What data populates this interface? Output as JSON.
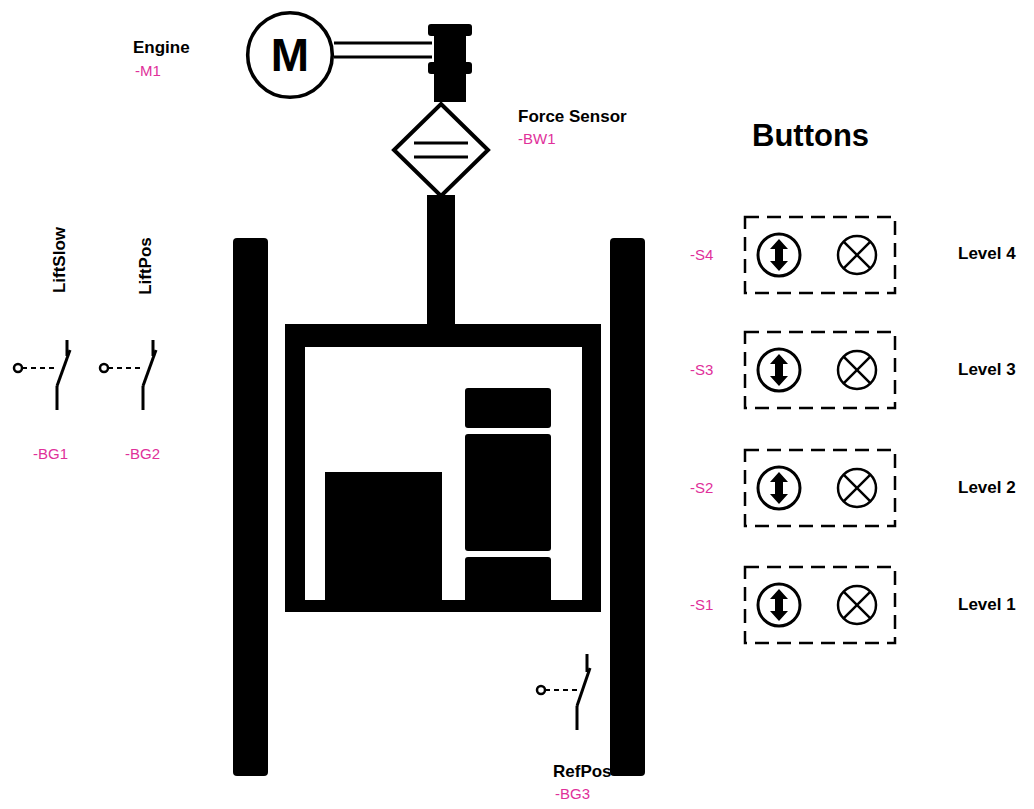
{
  "diagram": {
    "nodes": [
      {
        "text": [
          "M"
        ]
      }
    ],
    "labels": [
      "Engine",
      "-M1",
      "Force Sensor",
      "-BW1",
      "Buttons",
      "-S4",
      "Level 4",
      "-S3",
      "Level 3",
      "-S2",
      "Level 2",
      "-S1",
      "Level 1",
      "LiftSlow",
      "LiftPos",
      "-BG1",
      "-BG2",
      "RefPos",
      "-BG3"
    ]
  }
}
